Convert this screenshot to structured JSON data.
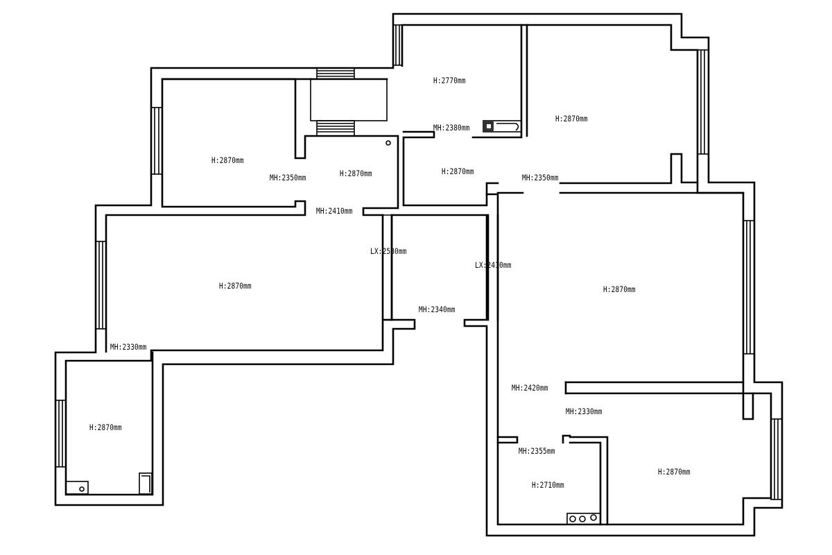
{
  "rooms": [
    {
      "id": "bedroom-nw",
      "label": "H:2870mm"
    },
    {
      "id": "stair-hall",
      "label": "H:2870mm"
    },
    {
      "id": "small-room-top",
      "label": "H:2770mm"
    },
    {
      "id": "room-ne",
      "label": "H:2870mm"
    },
    {
      "id": "corridor-top",
      "label": "H:2870mm"
    },
    {
      "id": "living",
      "label": "H:2870mm"
    },
    {
      "id": "balcony-sw",
      "label": "H:2870mm"
    },
    {
      "id": "bedroom-east",
      "label": "H:2870mm"
    },
    {
      "id": "bedroom-se",
      "label": "H:2870mm"
    },
    {
      "id": "bath-se",
      "label": "H:2710mm"
    }
  ],
  "openings": [
    {
      "id": "mh-2350-left",
      "label": "MH:2350mm"
    },
    {
      "id": "mh-2380",
      "label": "MH:2380mm"
    },
    {
      "id": "mh-2350-right",
      "label": "MH:2350mm"
    },
    {
      "id": "mh-2410",
      "label": "MH:2410mm"
    },
    {
      "id": "mh-2340",
      "label": "MH:2340mm"
    },
    {
      "id": "mh-2330-left",
      "label": "MH:2330mm"
    },
    {
      "id": "mh-2420",
      "label": "MH:2420mm"
    },
    {
      "id": "mh-2330-right",
      "label": "MH:2330mm"
    },
    {
      "id": "mh-2355",
      "label": "MH:2355mm"
    }
  ],
  "beams": [
    {
      "id": "lx-2580",
      "label": "LX:2580mm"
    },
    {
      "id": "lx-2410",
      "label": "LX:2410mm"
    }
  ],
  "fixtures": [
    "wall-window-icon",
    "stair-icon",
    "stove-icon",
    "sink-icon",
    "washer-icon"
  ]
}
